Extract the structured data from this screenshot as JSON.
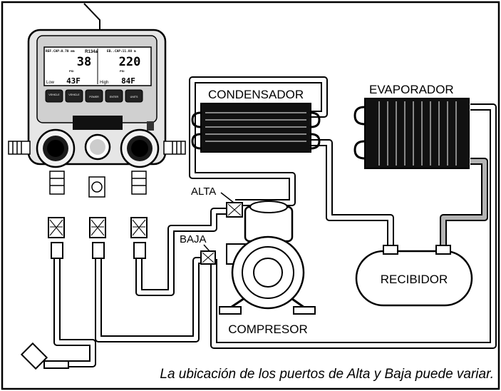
{
  "gauge": {
    "refrigerant": "R134a",
    "left_header": "REF.CAP:0.70 mm",
    "right_header": "EB..CAP:11.88 m",
    "low_pressure": "38",
    "high_pressure": "220",
    "unit_left": "PSI",
    "unit_right": "PSI",
    "low_temp": "43F",
    "high_temp": "84F",
    "low_label": "Low",
    "high_label": "High",
    "buttons": [
      "VEHICLE",
      "VEHICLE",
      "POWER",
      "ENTER",
      "UNITS"
    ]
  },
  "labels": {
    "condensador": "CONDENSADOR",
    "evaporador": "EVAPORADOR",
    "alta": "ALTA",
    "baja": "BAJA",
    "recibidor": "RECIBIDOR",
    "compresor": "COMPRESOR"
  },
  "caption": "La ubicación de los puertos de Alta y Baja puede variar."
}
